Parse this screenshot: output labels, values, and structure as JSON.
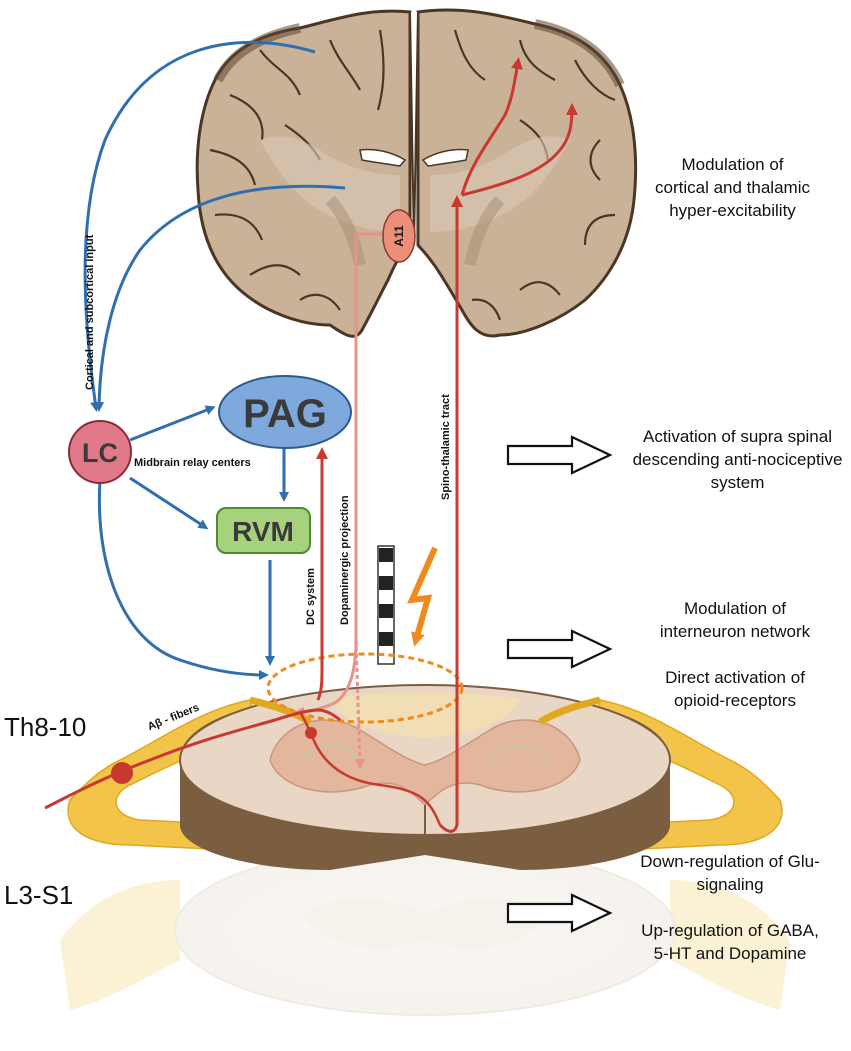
{
  "nodes": {
    "lc": "LC",
    "pag": "PAG",
    "rvm": "RVM",
    "a11": "A11"
  },
  "labels": {
    "cortical_input": "Cortical and subcortical input",
    "midbrain_relay": "Midbrain relay centers",
    "dc_system": "DC system",
    "dopaminergic_projection": "Dopaminergic projection",
    "spinothalamic_tract": "Spino-thalamic tract",
    "a_beta_fibers": "Aβ - fibers"
  },
  "segments": {
    "upper": "Th8-10",
    "lower": "L3-S1"
  },
  "effects": {
    "cortical": "Modulation of cortical and thalamic hyper-excitability",
    "supraspinal": "Activation of supra spinal descending anti-nociceptive system",
    "interneuron": "Modulation of interneuron network",
    "opioid": "Direct activation of opioid-receptors",
    "glu": "Down-regulation of Glu-signaling",
    "gaba": "Up-regulation of GABA, 5-HT and Dopamine"
  },
  "colors": {
    "blue_pathway": "#2f6fae",
    "red_pathway": "#c9392f",
    "pink_pathway": "#e8928a",
    "orange_stimulus": "#f08a1c",
    "lc_fill": "#e07a8a",
    "pag_fill": "#7fa8dc",
    "rvm_fill": "#a6d27e",
    "brain_fill": "#c9b298",
    "spinal_fill": "#e9d6c4",
    "nerve_fill": "#f2c44a"
  }
}
